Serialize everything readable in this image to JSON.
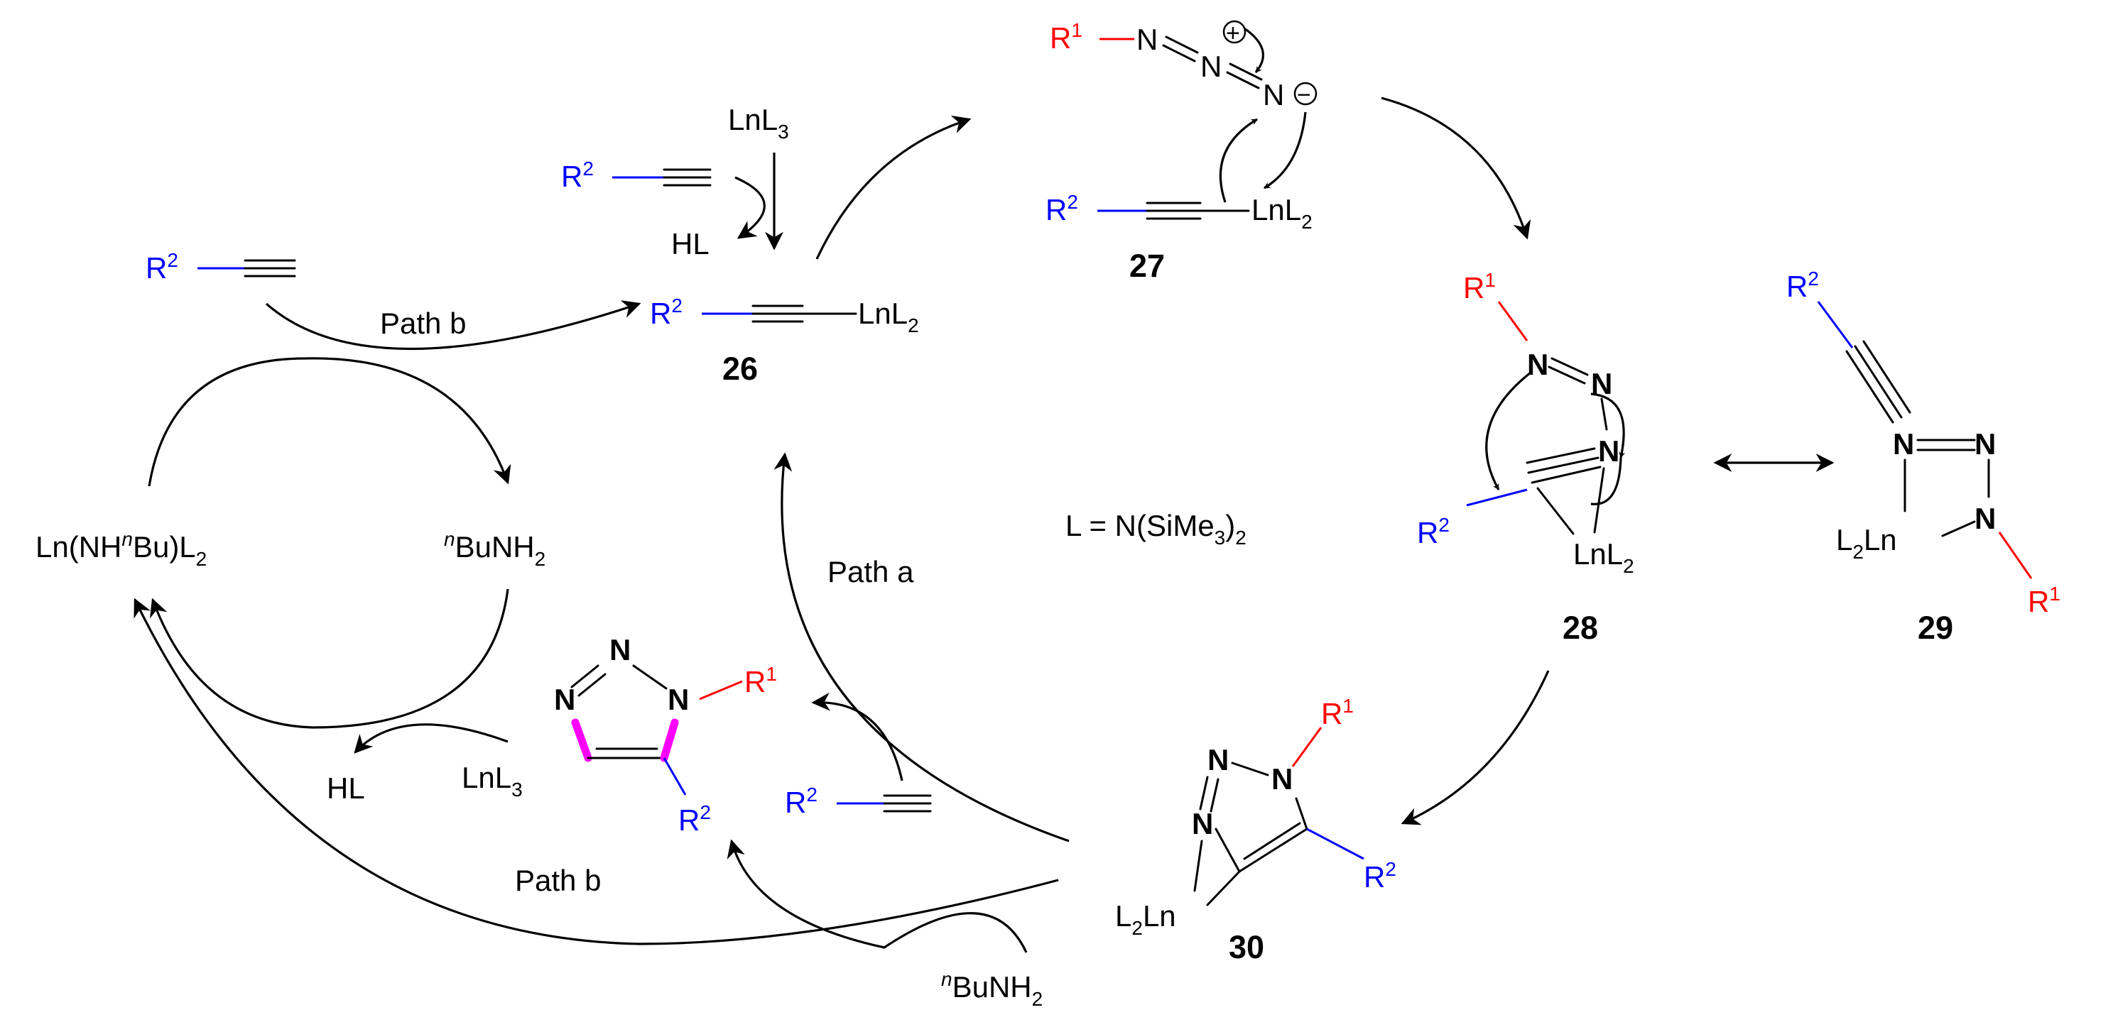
{
  "labels": {
    "r1": "R",
    "r1_sup": "1",
    "r2": "R",
    "r2_sup": "2",
    "n": "N",
    "lnl3": "LnL",
    "lnl2": "LnL",
    "sub3": "3",
    "sub2": "2",
    "hl": "HL",
    "path_a": "Path a",
    "path_b": "Path b",
    "nbunh2_pre": "n",
    "nbunh2": "BuNH",
    "ln_amide_a": "Ln(NH",
    "ln_amide_n": "n",
    "ln_amide_b": "Bu)L",
    "l2ln_L": "L",
    "l2ln_ln": "Ln",
    "ligand_def_a": "L = N(SiMe",
    "ligand_def_b": ")",
    "charge_plus": "+",
    "charge_minus": "−"
  },
  "compounds": {
    "c26": "26",
    "c27": "27",
    "c28": "28",
    "c29": "29",
    "c30": "30"
  },
  "colors": {
    "r1": "#ff0000",
    "r2": "#0000ff",
    "highlight": "#ff00ff"
  }
}
